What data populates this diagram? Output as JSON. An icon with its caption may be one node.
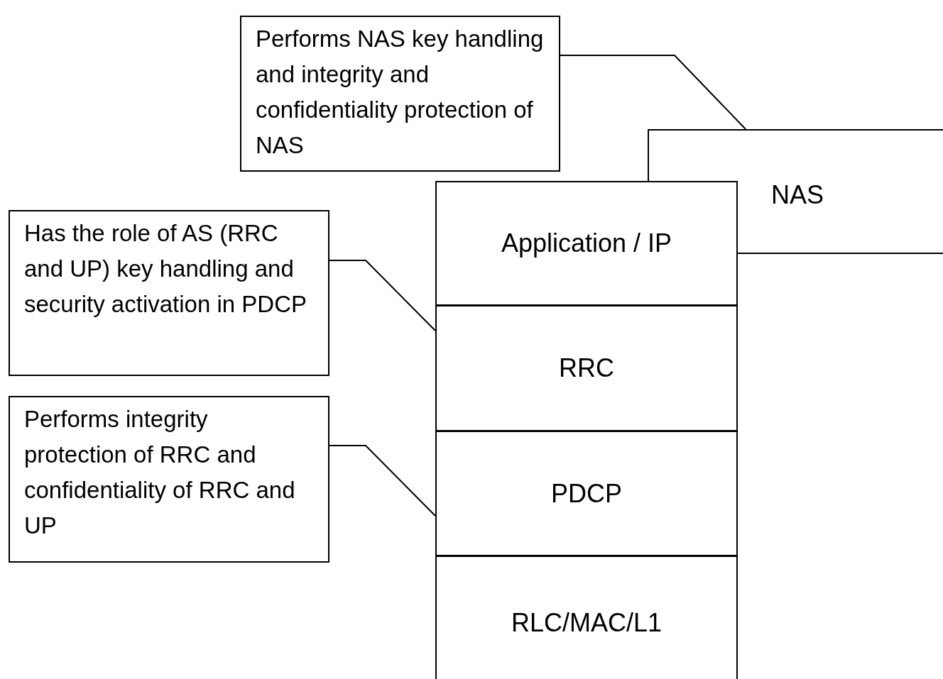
{
  "diagram": {
    "nodes": [
      {
        "text": [
          "Performs NAS key handling and integrity and confidentiality protection of NAS"
        ]
      },
      {
        "text": [
          "NAS"
        ]
      },
      {
        "text": [
          "Application / IP"
        ]
      },
      {
        "text": [
          "Has the role of AS (RRC and UP) key handling and security activation in PDCP"
        ]
      },
      {
        "text": [
          "RRC"
        ]
      },
      {
        "text": [
          "Performs integrity protection of RRC and confidentiality of RRC and UP"
        ]
      },
      {
        "text": [
          "PDCP"
        ]
      },
      {
        "text": [
          "RLC/MAC/L1"
        ]
      }
    ],
    "edges": [
      {
        "from": 0,
        "to": 1,
        "arrow": "none"
      },
      {
        "from": 3,
        "to": 4,
        "arrow": "none"
      },
      {
        "from": 5,
        "to": 6,
        "arrow": "none"
      }
    ]
  }
}
